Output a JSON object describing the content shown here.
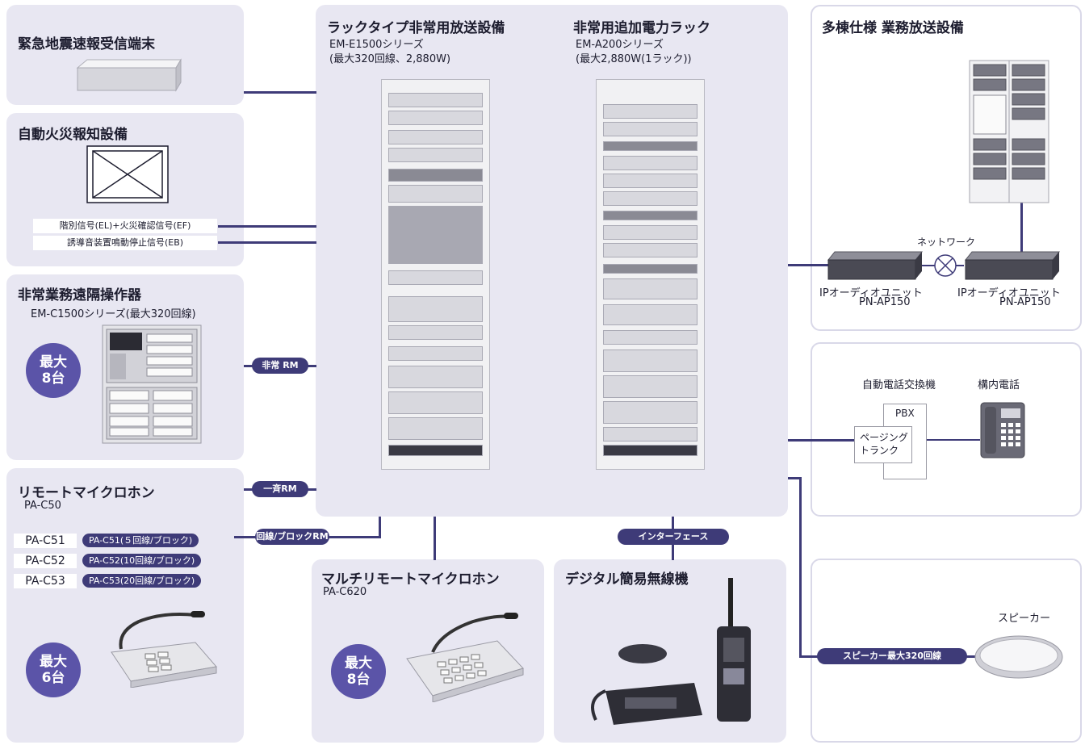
{
  "quake": {
    "title": "緊急地震速報受信端末"
  },
  "fire": {
    "title": "自動火災報知設備",
    "signal_1": "階別信号(EL)+火災確認信号(EF)",
    "signal_2": "誘導音装置鳴動停止信号(EB)"
  },
  "emergency_rm": {
    "title": "非常業務遠隔操作器",
    "subtitle": "EM-C1500シリーズ(最大320回線)",
    "badge_line1": "最大",
    "badge_line2": "8台"
  },
  "remote_mic": {
    "title": "リモートマイクロホン",
    "model": "PA-C50",
    "badge_line1": "最大",
    "badge_line2": "6台",
    "variants": [
      {
        "model": "PA-C51",
        "desc": "PA-C51(５回線/ブロック)"
      },
      {
        "model": "PA-C52",
        "desc": "PA-C52(10回線/ブロック)"
      },
      {
        "model": "PA-C53",
        "desc": "PA-C53(20回線/ブロック)"
      }
    ]
  },
  "rack_main": {
    "title": "ラックタイプ非常用放送設備",
    "series": "EM-E1500シリーズ",
    "spec": "(最大320回線、2,880W)"
  },
  "rack_add": {
    "title": "非常用追加電力ラック",
    "series": "EM-A200シリーズ",
    "spec": "(最大2,880W(1ラック))"
  },
  "multi_mic": {
    "title": "マルチリモートマイクロホン",
    "model": "PA-C620",
    "badge_line1": "最大",
    "badge_line2": "8台"
  },
  "radio": {
    "title": "デジタル簡易無線機"
  },
  "multi_bldg": {
    "title": "多棟仕様 業務放送設備",
    "network_label": "ネットワーク",
    "unit_name": "IPオーディオユニット",
    "unit_model": "PN-AP150"
  },
  "phone": {
    "pbx_label": "自動電話交換機",
    "phone_label": "構内電話",
    "pbx_box": "PBX",
    "paging_1": "ページング",
    "paging_2": "トランク"
  },
  "speaker": {
    "label": "スピーカー"
  },
  "connectors": {
    "emergency_rm": "非常 RM",
    "all_rm": "一斉RM",
    "block_rm": "回線/ブロックRM",
    "interface": "インターフェース",
    "speaker_max": "スピーカー最大320回線"
  },
  "colors": {
    "panel": "#e8e7f2",
    "accent": "#3e3b78",
    "badge": "#5b54a8"
  }
}
